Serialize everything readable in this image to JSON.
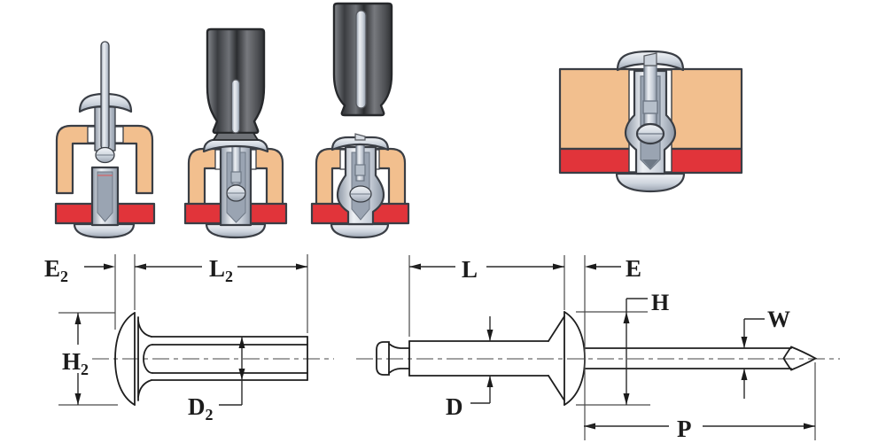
{
  "colors": {
    "background": "#FFFFFF",
    "upper_sheet_tan": "#F2BF8E",
    "lower_sheet_red": "#E1343A",
    "metal_light": "#E9EDF2",
    "metal_mid": "#C3CAD5",
    "metal_shadow": "#8E98A6",
    "bore_gray": "#9AA4B2",
    "tool_dark": "#4A4C50",
    "outline": "#3A3E45",
    "line_art": "#1E1E1E"
  },
  "dimension_labels": {
    "left_drawing": {
      "e2": {
        "base": "E",
        "sub": "2"
      },
      "l2": {
        "base": "L",
        "sub": "2"
      },
      "h2": {
        "base": "H",
        "sub": "2"
      },
      "d2": {
        "base": "D",
        "sub": "2"
      }
    },
    "right_drawing": {
      "l": "L",
      "e": "E",
      "h": "H",
      "d": "D",
      "w": "W",
      "p": "P"
    }
  }
}
